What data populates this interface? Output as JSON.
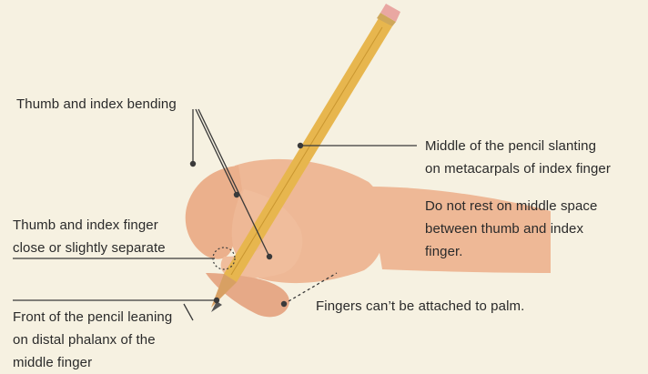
{
  "colors": {
    "background": "#f6f1e1",
    "text": "#2a2a2a",
    "line": "#3a3a3a",
    "pencil_body": "#e7b64e",
    "eraser": "#e9a7a2",
    "skin": "#eeb896"
  },
  "labels": {
    "thumb_index_bending": "Thumb and index bending",
    "thumb_index_close": "Thumb and index finger\nclose or slightly separate",
    "front_of_pencil": "Front of the pencil leaning\non distal phalanx of the\nmiddle finger",
    "middle_of_pencil": "Middle of the pencil slanting\non metacarpals of index finger",
    "do_not_rest": "Do not rest on middle space\nbetween thumb and index\nfinger.",
    "fingers_palm": "Fingers can’t be attached to palm."
  },
  "icons": [
    "pencil",
    "hand",
    "dotted-circle-marker",
    "dashed-pointer-line"
  ]
}
